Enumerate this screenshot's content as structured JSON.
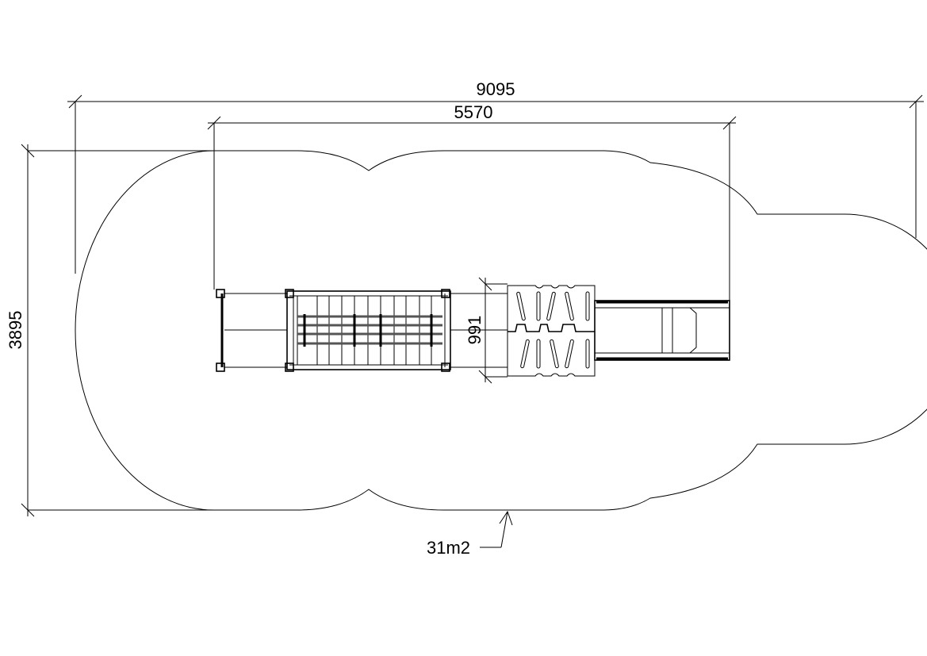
{
  "drawing": {
    "dimensions": {
      "overall_length": "9095",
      "equipment_length": "5570",
      "overall_width": "3895",
      "equipment_width": "991"
    },
    "area_label": "31m2",
    "colors": {
      "line": "#000000",
      "background": "#ffffff"
    }
  }
}
